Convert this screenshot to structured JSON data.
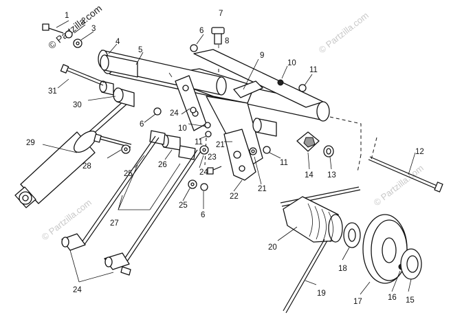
{
  "watermark": "© Partzilla.com",
  "callouts": [
    "1",
    "2",
    "3",
    "4",
    "5",
    "6",
    "7",
    "8",
    "9",
    "10",
    "11",
    "12",
    "13",
    "14",
    "15",
    "16",
    "17",
    "18",
    "19",
    "20",
    "21",
    "22",
    "23",
    "24",
    "25",
    "26",
    "27",
    "28",
    "29",
    "30",
    "31"
  ]
}
